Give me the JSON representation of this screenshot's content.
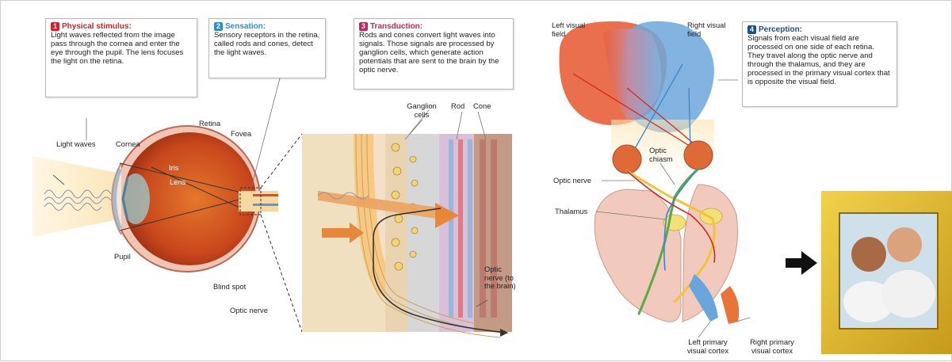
{
  "steps": [
    {
      "num": "1",
      "title": "Physical stimulus:",
      "body": "Light waves reflected from the image pass through the cornea and enter the eye through the pupil. The lens focuses the light on the retina.",
      "color": "#d8202a"
    },
    {
      "num": "2",
      "title": "Sensation:",
      "body": "Sensory receptors in the retina, called rods and cones, detect the light waves.",
      "color": "#2d8fce"
    },
    {
      "num": "3",
      "title": "Transduction:",
      "body": "Rods and cones convert light waves into signals. Those signals are processed by ganglion cells, which generate action potentials that are sent to the brain by the optic nerve.",
      "color": "#c8245e"
    },
    {
      "num": "4",
      "title": "Perception:",
      "body": "Signals from each visual field are processed on one side of each retina. They travel along the optic nerve and through the thalamus, and they are processed in the primary visual cortex that is opposite the visual field.",
      "color": "#1b4f86"
    }
  ],
  "eye_labels": {
    "light_waves": "Light waves",
    "cornea": "Cornea",
    "retina": "Retina",
    "fovea": "Fovea",
    "iris": "Iris",
    "lens": "Lens",
    "pupil": "Pupil",
    "blind_spot": "Blind spot",
    "optic_nerve": "Optic nerve"
  },
  "retina_labels": {
    "ganglion_cells": "Ganglion cells",
    "rod": "Rod",
    "cone": "Cone",
    "optic_nerve_to_brain": "Optic nerve (to the brain)"
  },
  "brain_labels": {
    "left_visual_field": "Left visual field",
    "right_visual_field": "Right visual field",
    "optic_chiasm": "Optic chiasm",
    "optic_nerve": "Optic nerve",
    "thalamus": "Thalamus",
    "left_primary_visual_cortex": "Left primary visual cortex",
    "right_primary_visual_cortex": "Right primary visual cortex"
  },
  "colors": {
    "left_field": "#e8603a",
    "right_field": "#5fa3d8",
    "nerve_yellow": "#f2c43a",
    "nerve_green": "#5aa84a",
    "nerve_red": "#d22a1e",
    "brain_tissue": "#f2c9bd",
    "eyeball": "#c8461c",
    "light_beam": "#f7c45a"
  }
}
